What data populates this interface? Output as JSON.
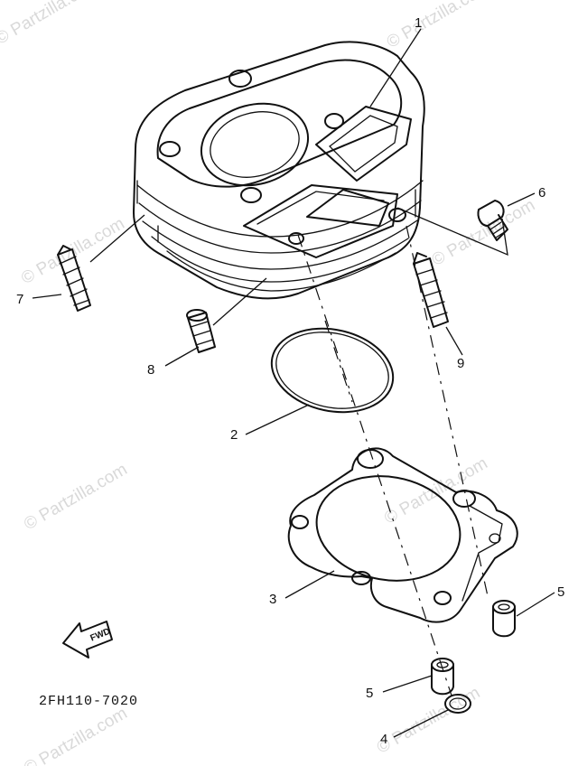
{
  "diagram": {
    "part_code": "2FH110-7020",
    "fwd_label": "FWD",
    "watermark": "© Partzilla.com",
    "callouts": {
      "c1": "1",
      "c2": "2",
      "c3": "3",
      "c4": "4",
      "c5a": "5",
      "c5b": "5",
      "c6": "6",
      "c7": "7",
      "c8": "8",
      "c9": "9"
    }
  }
}
